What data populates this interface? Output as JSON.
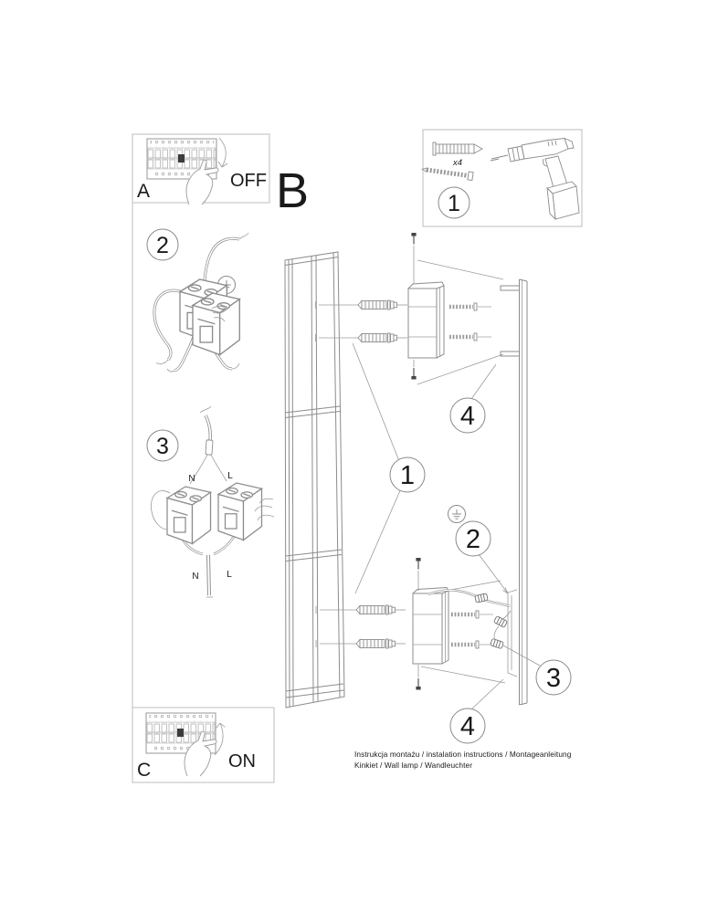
{
  "panels": {
    "a": {
      "label": "A",
      "state": "OFF"
    },
    "b": {
      "label": "B"
    },
    "c": {
      "label": "C",
      "state": "ON"
    },
    "parts": {
      "number": "1",
      "anchor_qty": "x4"
    }
  },
  "callouts": {
    "one": "1",
    "two": "2",
    "three": "3",
    "four": "4"
  },
  "wiring": {
    "neutral": "N",
    "live": "L"
  },
  "footer": {
    "line1": "Instrukcja montażu / instalation instructions / Montageanleitung",
    "line2": "Kinkiet / Wall lamp / Wandleuchter"
  },
  "colors": {
    "line": "#8c8c8c",
    "text": "#1a1a1a"
  }
}
